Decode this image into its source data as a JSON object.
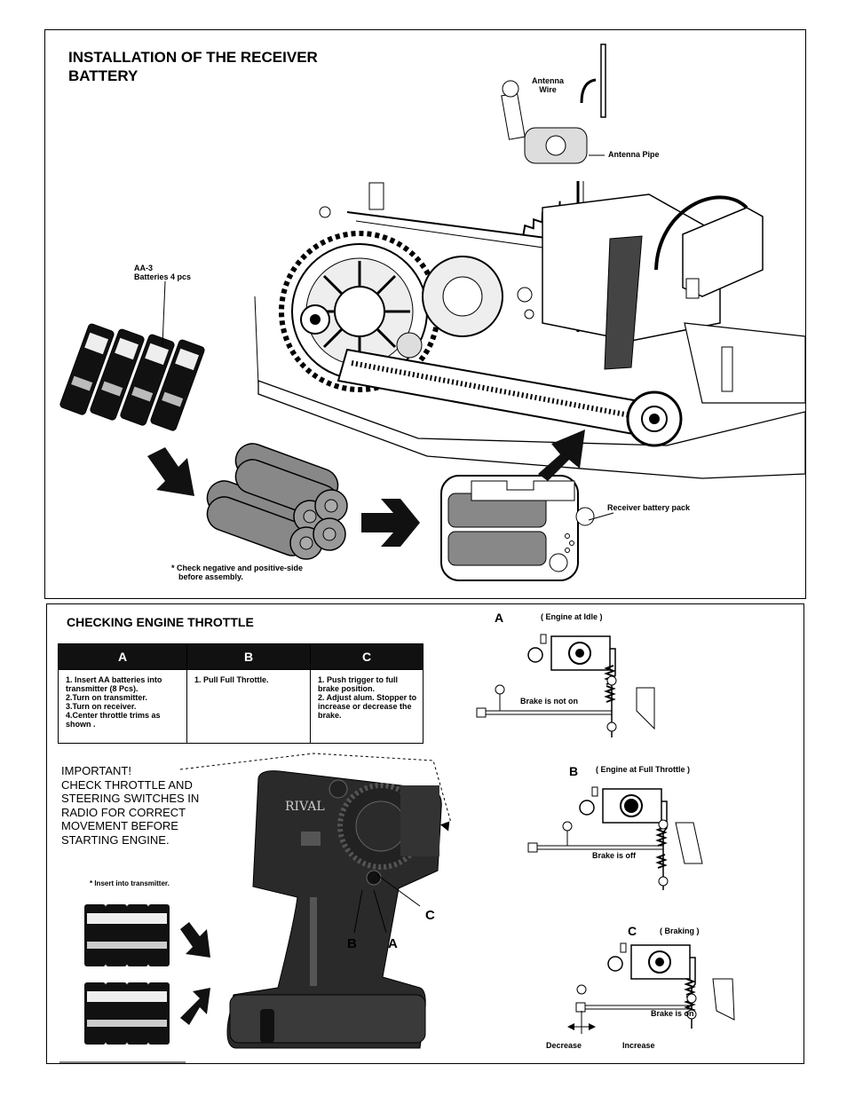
{
  "section1": {
    "title_line1": "INSTALLATION OF THE RECEIVER",
    "title_line2": "BATTERY",
    "labels": {
      "antenna_wire_1": "Antenna",
      "antenna_wire_2": "Wire",
      "antenna_pipe": "Antenna Pipe",
      "batteries_1": "AA-3",
      "batteries_2": "Batteries 4 pcs",
      "receiver_pack": "Receiver battery pack",
      "check_note_1": "* Check negative and positive-side",
      "check_note_2": "before assembly."
    }
  },
  "section2": {
    "title": "CHECKING  ENGINE THROTTLE",
    "table": {
      "headers": [
        "A",
        "B",
        "C"
      ],
      "col_a": [
        "1. Insert AA batteries into transmitter (8 Pcs).",
        "2.Turn on transmitter.",
        "3.Turn on receiver.",
        "4.Center throttle  trims as shown ."
      ],
      "col_b": [
        "1.  Pull Full Throttle."
      ],
      "col_c": [
        "1. Push trigger to full brake position.",
        "2. Adjust  alum. Stopper to increase or decrease the brake."
      ]
    },
    "important": [
      "IMPORTANT!",
      "CHECK THROTTLE AND",
      "STEERING SWITCHES IN",
      "RADIO FOR CORRECT",
      "MOVEMENT BEFORE",
      "STARTING ENGINE."
    ],
    "insert_note": "* Insert into transmitter.",
    "transmitter_labels": {
      "a": "A",
      "b": "B",
      "c": "C"
    },
    "diagrams": {
      "a": {
        "letter": "A",
        "caption": "( Engine at Idle )",
        "brake": "Brake is not on"
      },
      "b": {
        "letter": "B",
        "caption": "( Engine at Full Throttle )",
        "brake": "Brake is off"
      },
      "c": {
        "letter": "C",
        "caption": "(  Braking  )",
        "brake": "Brake is on",
        "decrease": "Decrease",
        "increase": "Increase"
      }
    }
  }
}
